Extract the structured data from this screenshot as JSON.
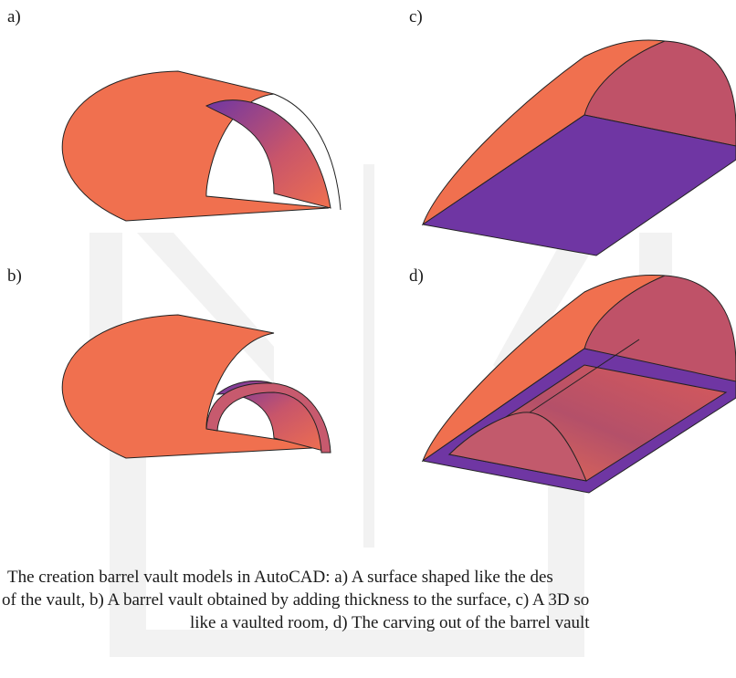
{
  "panels": {
    "a": "a)",
    "b": "b)",
    "c": "c)",
    "d": "d)"
  },
  "caption": {
    "line1": "The creation barrel vault models in AutoCAD: a) A surface shaped like the des",
    "line2": "of the vault, b) A barrel vault obtained by adding thickness to the surface, c) A 3D so",
    "line3": "like a vaulted room, d) The carving out of the barrel vault"
  },
  "colors": {
    "orange": "#f0704f",
    "purple": "#6f36a3",
    "mauve": "#bf5268",
    "watermark": "#f1f1f1"
  }
}
